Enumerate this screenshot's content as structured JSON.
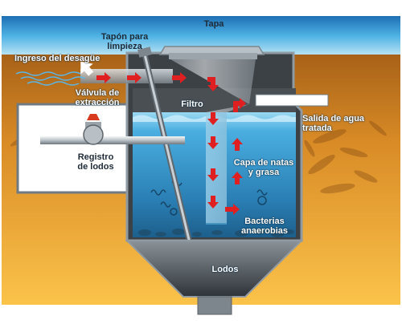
{
  "labels": {
    "tapa": "Tapa",
    "tapon": "Tapón para\nlimpieza",
    "ingreso": "Ingreso del desagüe",
    "valvula": "Válvula de\nextracción",
    "filtro": "Filtro",
    "salida": "Salida de agua\ntratada",
    "registro": "Registro\nde lodos",
    "capa": "Capa de natas\ny grasa",
    "bacterias": "Bacterias\nanaerobias",
    "lodos": "Lodos"
  },
  "colors": {
    "sky": "#2a8fd0",
    "ground": "#f2a531",
    "water": "#2f8fc4",
    "tank_wall": "#8f9aa3",
    "flow_arrow": "#e02020",
    "valve": "#d83a1e"
  },
  "icons": {
    "flow": "red-arrow-icon",
    "inflow": "arrow-icon",
    "valve": "valve-icon"
  }
}
